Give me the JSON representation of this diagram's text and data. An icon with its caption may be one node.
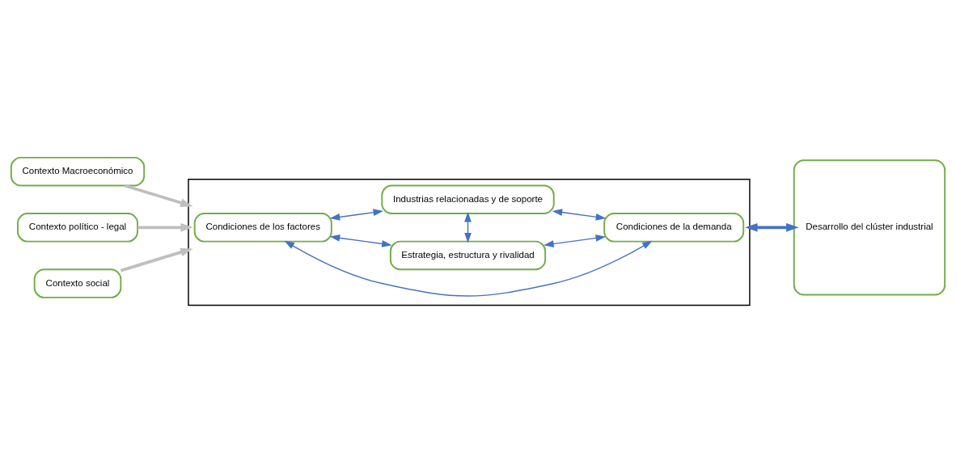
{
  "diagram": {
    "nodes": [
      {
        "text": [
          "Contexto Macroeconómico"
        ]
      },
      {
        "text": [
          "Contexto político - legal"
        ]
      },
      {
        "text": [
          "Contexto social"
        ]
      },
      {
        "text": [],
        "shape": "box"
      },
      {
        "text": [
          "Estrategia, estructura y rivalidad"
        ],
        "in": 3
      },
      {
        "text": [
          "Condiciones de los factores"
        ],
        "in": 3
      },
      {
        "text": [
          "Condiciones de la demanda"
        ],
        "in": 3
      },
      {
        "text": [
          "Industrias relacionadas y de soporte"
        ],
        "in": 3
      },
      {
        "text": [
          "Desarrollo del clúster industrial"
        ]
      }
    ],
    "edges": [
      {
        "from": 0,
        "to": 3,
        "arrow": "to",
        "style": "thick",
        "color": "#bfbfbf"
      },
      {
        "from": 1,
        "to": 3,
        "arrow": "to",
        "style": "thick",
        "color": "#bfbfbf"
      },
      {
        "from": 2,
        "to": 3,
        "arrow": "to",
        "style": "thick",
        "color": "#bfbfbf"
      },
      {
        "from": 5,
        "to": 4,
        "arrow": "both"
      },
      {
        "from": 4,
        "to": 6,
        "arrow": "both"
      },
      {
        "from": 4,
        "to": 7,
        "arrow": "both"
      },
      {
        "from": 5,
        "to": 6,
        "arrow": "both"
      },
      {
        "from": 5,
        "to": 7,
        "arrow": "both"
      },
      {
        "from": 7,
        "to": 6,
        "arrow": "both"
      },
      {
        "from": 3,
        "to": 8,
        "arrow": "both",
        "style": "thick"
      }
    ]
  }
}
